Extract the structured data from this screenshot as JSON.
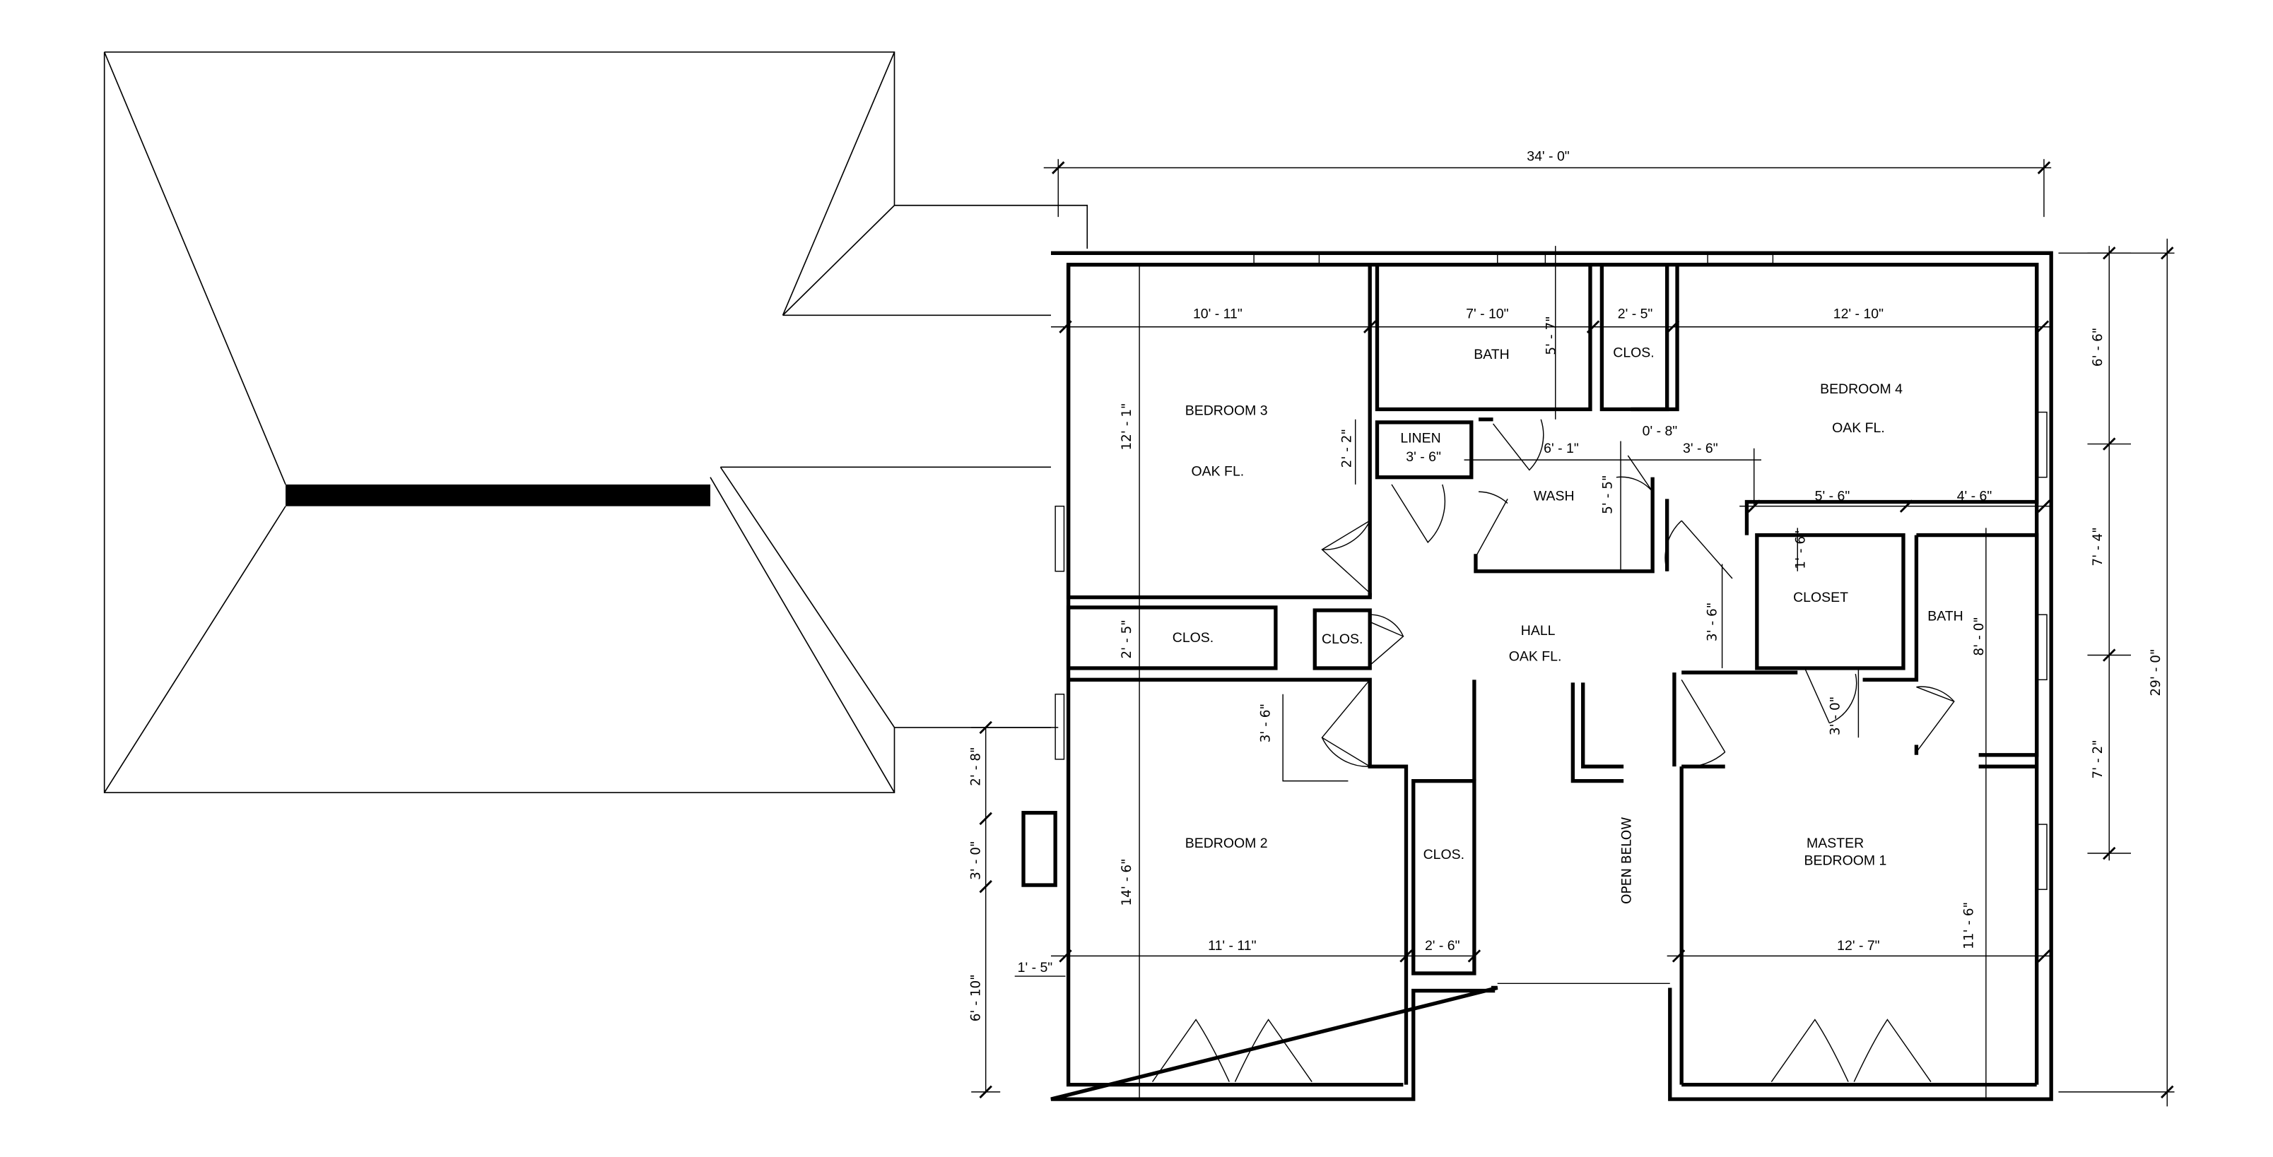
{
  "rooms": {
    "bedroom3": "BEDROOM 3",
    "bedroom3_floor": "OAK FL.",
    "bath_upper": "BATH",
    "clos_upper": "CLOS.",
    "bedroom4": "BEDROOM 4",
    "bedroom4_floor": "OAK FL.",
    "linen": "LINEN",
    "wash": "WASH",
    "hall": "HALL",
    "hall_floor": "OAK FL.",
    "clos_left": "CLOS.",
    "clos_small": "CLOS.",
    "closet": "CLOSET",
    "bath_master": "BATH",
    "bedroom2": "BEDROOM 2",
    "clos_bedroom2": "CLOS.",
    "open_below": "OPEN BELOW",
    "master_line1": "MASTER",
    "master_line2": "BEDROOM 1"
  },
  "dimensions": {
    "overall_width": "34' - 0\"",
    "bedroom3_width": "10' - 11\"",
    "bath_width": "7' - 10\"",
    "clos_width": "2' - 5\"",
    "bedroom4_width": "12' - 10\"",
    "linen_width": "3' - 6\"",
    "hall_6_1": "6' - 1\"",
    "hall_0_8": "0' - 8\"",
    "hall_3_6": "3' - 6\"",
    "b4_5_6": "5' - 6\"",
    "b4_4_6": "4' - 6\"",
    "bedroom2_width": "11' - 11\"",
    "clos_b2_width": "2' - 6\"",
    "master_width": "12' - 7\"",
    "left_1_5": "1' - 5\"",
    "bedroom3_depth": "12' - 1\"",
    "linen_depth": "2' - 2\"",
    "bath_depth": "5' - 7\"",
    "wash_depth": "5' - 5\"",
    "clos_left_depth": "2' - 5\"",
    "hall_3_6_v": "3' - 6\"",
    "bedroom2_depth": "14' - 6\"",
    "closet_3_6": "3' - 6\"",
    "closet_1_6": "1' - 6\"",
    "bath_8_0": "8' - 0\"",
    "bath_door_3_0": "3' - 0\"",
    "master_depth": "11' - 6\"",
    "left_2_8": "2' - 8\"",
    "left_3_0": "3' - 0\"",
    "left_6_10": "6' - 10\"",
    "right_6_6": "6' - 6\"",
    "right_7_4": "7' - 4\"",
    "right_7_2": "7' - 2\"",
    "overall_depth": "29' - 0\""
  }
}
